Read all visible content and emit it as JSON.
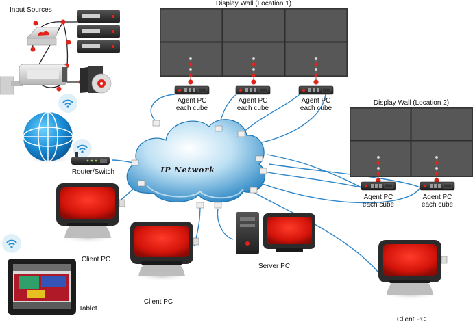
{
  "labels": {
    "input_sources": "Input Sources",
    "wall1_title": "Display Wall (Location 1)",
    "wall2_title": "Display Wall (Location 2)",
    "network": "IP Network",
    "router": "Router/Switch",
    "agent_line1": "Agent PC",
    "agent_line2": "each cube",
    "client_pc": "Client PC",
    "server_pc": "Server PC",
    "tablet": "Tablet"
  },
  "colors": {
    "cable": "#2f86c8",
    "cloud_light": "#e6f3fb",
    "cloud_mid": "#5fb3e3",
    "cloud_dark": "#1d77b5",
    "wall_panel": "#555555",
    "wall_frame": "#3c3c3c",
    "screen_red": "#d91c10",
    "monitor_dark": "#2b2b2b",
    "indicator_red": "#e0241b"
  }
}
